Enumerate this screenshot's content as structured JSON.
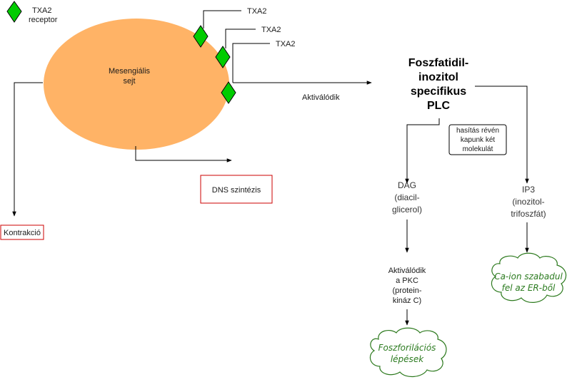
{
  "legend": {
    "line1": "TXA2",
    "line2": "receptor"
  },
  "cell": {
    "line1": "Mesengiális",
    "line2": "sejt"
  },
  "txa2_labels": [
    "TXA2",
    "TXA2",
    "TXA2"
  ],
  "activation_label": "Aktiválódik",
  "plc": {
    "line1": "Foszfatidil-",
    "line2": "inozitol",
    "line3": "specifikus",
    "line4": "PLC"
  },
  "note": {
    "line1": "hasítás révén",
    "line2": "kapunk két",
    "line3": "molekulát"
  },
  "dag": {
    "line1": "DAG",
    "line2": "(diacil-",
    "line3": "glicerol)"
  },
  "ip3": {
    "line1": "IP3",
    "line2": "(inozitol-",
    "line3": "trifoszfát)"
  },
  "pkc": {
    "line1": "Aktiválódik",
    "line2": "a PKC",
    "line3": "(protein-",
    "line4": "kináz C)"
  },
  "ca_cloud": {
    "line1": "Ca-ion szabadul",
    "line2": "fel az ER-ből"
  },
  "phos_cloud": {
    "line1": "Foszforilációs",
    "line2": "lépések"
  },
  "dns_box": "DNS szintézis",
  "contraction_box": "Kontrakció",
  "colors": {
    "cell": "#FFB366",
    "receptor": "#00CC00",
    "box_border": "#CC0000",
    "cloud_border": "#2D7A1E"
  }
}
